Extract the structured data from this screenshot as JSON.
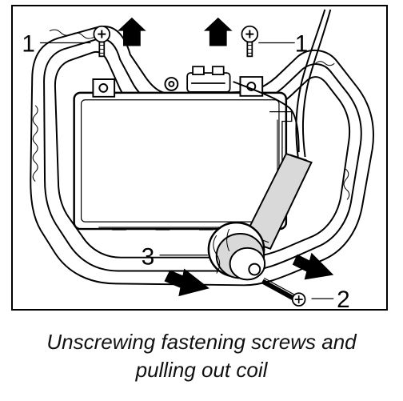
{
  "diagram": {
    "callouts": {
      "screw_left": "1",
      "screw_right": "1",
      "coil": "3",
      "screw_coil": "2"
    }
  },
  "caption": {
    "line1": "Unscrewing fastening screws and",
    "line2": "pulling out coil"
  },
  "colors": {
    "line": "#000000",
    "background": "#ffffff",
    "shade": "#d9d9d9"
  },
  "icons": [
    "screw-icon",
    "arrow-up-icon",
    "arrow-diagonal-icon",
    "coil-icon",
    "connector-icon"
  ]
}
